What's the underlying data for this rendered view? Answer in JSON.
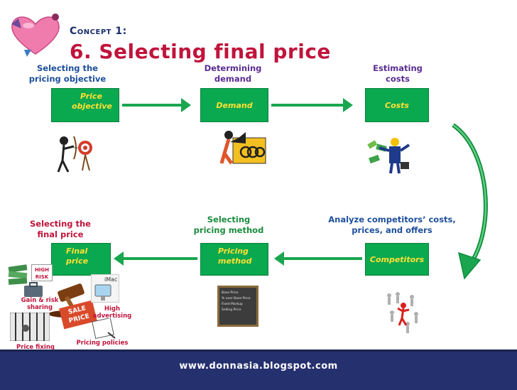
{
  "header": {
    "concept": "Concept 1:",
    "title": "6. Selecting final price"
  },
  "steps": {
    "objective": {
      "label_line1": "Selecting the",
      "label_line2": "pricing objective",
      "box_line1": "Price",
      "box_line2": "objective"
    },
    "demand": {
      "label_line1": "Determining",
      "label_line2": "demand",
      "box": "Demand"
    },
    "costs": {
      "label_line1": "Estimating",
      "label_line2": "costs",
      "box": "Costs"
    },
    "competitors": {
      "label_line1": "Analyze competitors’ costs,",
      "label_line2": "prices, and offers",
      "box": "Competitors"
    },
    "method": {
      "label_line1": "Selecting",
      "label_line2": "pricing method",
      "box_line1": "Pricing",
      "box_line2": "method"
    },
    "final": {
      "label_line1": "Selecting the",
      "label_line2": "final price",
      "box_line1": "Final",
      "box_line2": "price"
    }
  },
  "clipart_labels": {
    "gain_risk_line1": "Gain & risk",
    "gain_risk_line2": "sharing",
    "high_adv_line1": "High",
    "high_adv_line2": "advertising",
    "pricing_policies": "Pricing policies",
    "price_fixing": "Price fixing",
    "high_risk_line1": "HIGH",
    "high_risk_line2": "RISK",
    "sale_line1": "SALE",
    "sale_line2": "PRICE",
    "imac": "iMac",
    "chalk_1": "Base Price",
    "chalk_2": "% over Base Price",
    "chalk_3": "Fixed Markup",
    "chalk_4": "Selling Price"
  },
  "footer": {
    "url": "www.donnasia.blogspot.com"
  },
  "colors": {
    "box_green": "#0aa84f",
    "box_text": "#ffe033",
    "title_red": "#c0143c",
    "footer_navy": "#25306e"
  }
}
